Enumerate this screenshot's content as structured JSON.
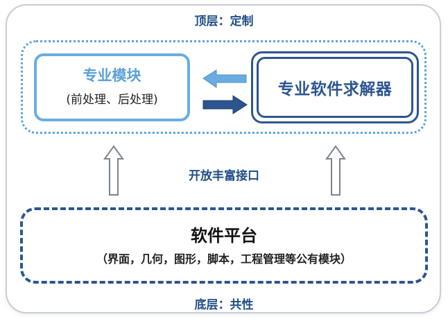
{
  "diagram": {
    "top_layer_label": "顶层：定制",
    "bottom_layer_label": "底层：共性",
    "module_box": {
      "title": "专业模块",
      "subtitle": "(前处理、后处理)"
    },
    "solver_box": {
      "title": "专业软件求解器"
    },
    "interface_label": "开放丰富接口",
    "platform_box": {
      "title": "软件平台",
      "subtitle": "（界面，几何，图形，脚本，工程管理等公有模块）"
    },
    "colors": {
      "light_blue": "#6aace0",
      "dark_blue": "#2c5590",
      "title_blue": "#1f4e86",
      "dotted_border": "#5ba3dc"
    }
  }
}
